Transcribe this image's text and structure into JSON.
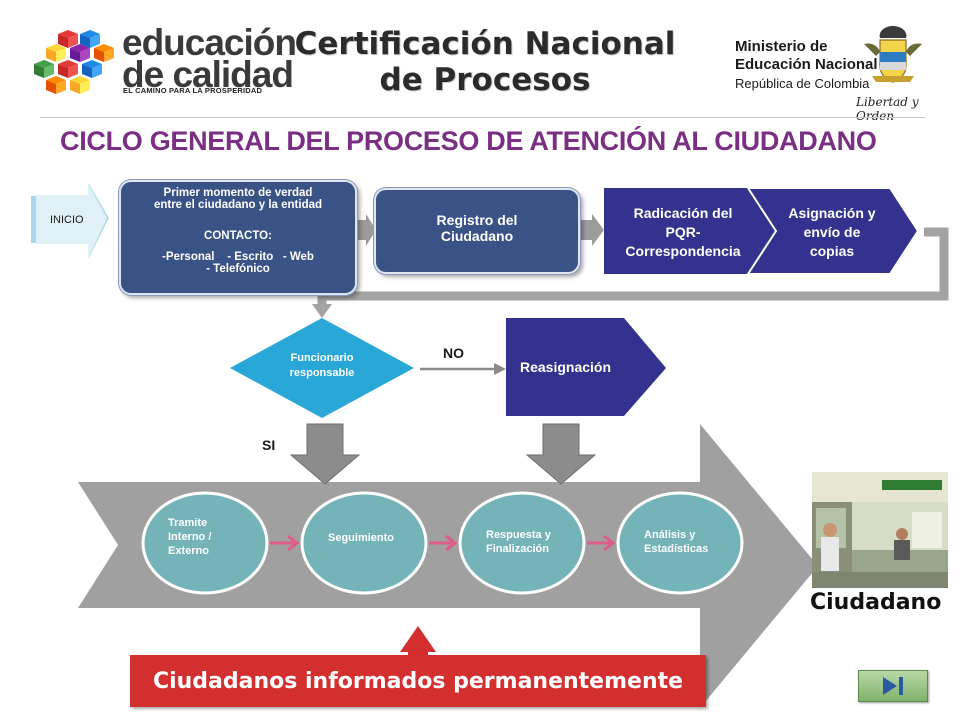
{
  "header": {
    "logo_line1": "educación",
    "logo_line2": "de calidad",
    "logo_tagline": "EL CAMINO PARA LA PROSPERIDAD",
    "title_line1": "Certificación Nacional",
    "title_line2": "de Procesos",
    "ministry_line1": "Ministerio de",
    "ministry_line2": "Educación Nacional",
    "ministry_line3": "República de Colombia",
    "motto": "Libertad y Orden"
  },
  "subtitle": "CICLO GENERAL DEL PROCESO DE ATENCIÓN AL CIUDADANO",
  "flow": {
    "start": "INICIO",
    "first_moment_line1": "Primer momento de verdad",
    "first_moment_line2": "entre el ciudadano y la entidad",
    "contact_label": "CONTACTO:",
    "contact_line1": "-Personal    - Escrito   - Web",
    "contact_line2": "- Telefónico",
    "registro_line1": "Registro del",
    "registro_line2": "Ciudadano",
    "radicacion_line1": "Radicación del",
    "radicacion_line2": "PQR-",
    "radicacion_line3": "Correspondencia",
    "asignacion_line1": "Asignación y",
    "asignacion_line2": "envío de",
    "asignacion_line3": "copias",
    "decision_line1": "Funcionario",
    "decision_line2": "responsable",
    "no_label": "NO",
    "yes_label": "SI",
    "reasignacion": "Reasignación"
  },
  "steps": [
    {
      "line1": "Tramite",
      "line2": "Interno  /",
      "line3": "Externo"
    },
    {
      "line1": "Seguimiento",
      "line2": "",
      "line3": ""
    },
    {
      "line1": "Respuesta y",
      "line2": "Finalización",
      "line3": ""
    },
    {
      "line1": "Análisis  y",
      "line2": "Estadísticas",
      "line3": ""
    }
  ],
  "citizen_label": "Ciudadano",
  "banner": "Ciudadanos informados permanentemente",
  "colors": {
    "accent_purple": "#7b2f84",
    "navy": "#3a5387",
    "indigo": "#33338f",
    "cyan": "#29a8d8",
    "teal": "#74b4b9",
    "gray_arrow": "#a3a3a3",
    "banner_red": "#d32f2f"
  },
  "icons": {
    "nav_button": "play-pause-icon",
    "logo": "colorful-cubes-icon",
    "coat_of_arms": "colombia-coat-of-arms-icon"
  }
}
